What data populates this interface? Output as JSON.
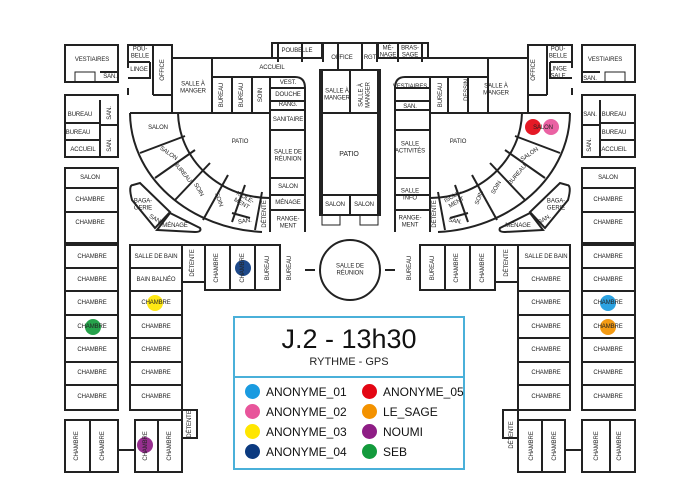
{
  "legend": {
    "title": "J.2 - 13h30",
    "subtitle": "RYTHME - GPS",
    "items": [
      {
        "label": "ANONYME_01",
        "color": "#1a9be0"
      },
      {
        "label": "ANONYME_02",
        "color": "#e8559b"
      },
      {
        "label": "ANONYME_03",
        "color": "#ffe600"
      },
      {
        "label": "ANONYME_04",
        "color": "#0b3a80"
      },
      {
        "label": "ANONYME_05",
        "color": "#e30613"
      },
      {
        "label": "LE_SAGE",
        "color": "#f39200"
      },
      {
        "label": "NOUMI",
        "color": "#8e1d85"
      },
      {
        "label": "SEB",
        "color": "#139a3c"
      }
    ]
  },
  "rooms": {
    "left": [
      "VESTIAIRES",
      "SAN.",
      "POU-\nBELLE",
      "LINGE",
      "OFFICE",
      "SALLE À\nMANGER",
      "ACCUEIL",
      "BUREAU",
      "BUREAU",
      "SOIN",
      "VEST.",
      "DOUCHE",
      "RANG.",
      "SANITAIRE",
      "SALLE DE\nRÉUNION",
      "SALON",
      "MÉNAGE",
      "RANGE-\nMENT",
      "PATIO",
      "SALON",
      "SALON",
      "BUREAU",
      "SOIN",
      "SOIN",
      "ISOLE-\nMENT",
      "DÉTENTE",
      "SAN.",
      "BAGA-\nGERIE",
      "SAN.",
      "MÉNAGE",
      "BUREAU",
      "SAN.",
      "BUREAU",
      "SAN.",
      "ACCUEIL",
      "SALON",
      "CHAMBRE",
      "CHAMBRE"
    ],
    "center": [
      "POUBELLE",
      "OFFICE",
      "RGT",
      "MÉ-\nNAGE",
      "BRAS-\nSAGE",
      "SALLE À\nMANGER",
      "SALLE À\nMANGER",
      "PATIO",
      "SALON",
      "SALON",
      "SALLE DE\nRÉUNION"
    ],
    "right": [
      "VESTIAIRES",
      "SAN.",
      "BUREAU",
      "DESSIN",
      "SALLE À\nMANGER",
      "OFFICE",
      "POU-\nBELLE",
      "LINGE\nSALE",
      "VESTIAIRES",
      "SAN.",
      "SALLE\nACTIVITÉS",
      "PATIO",
      "SALLE\nINFO",
      "RANGE-\nMENT",
      "DÉTENTE",
      "ISOLE-\nMENT",
      "SAN.",
      "SOIN",
      "SOIN",
      "BUREAU",
      "SALON",
      "SALON",
      "BAGA-\nGERIE",
      "SAN.",
      "MÉNAGE",
      "SAN.",
      "BUREAU",
      "BUREAU",
      "SAN.",
      "ACCUEIL",
      "SALON",
      "CHAMBRE",
      "CHAMBRE"
    ],
    "lower_left": [
      "CHAMBRE",
      "CHAMBRE",
      "CHAMBRE",
      "CHAMBRE",
      "CHAMBRE",
      "CHAMBRE",
      "CHAMBRE",
      "SALLE DE BAIN",
      "BAIN BALNÉO",
      "CHAMBRE",
      "CHAMBRE",
      "CHAMBRE",
      "CHAMBRE",
      "CHAMBRE",
      "CHAMBRE",
      "CHAMBRE",
      "CHAMBRE",
      "CHAMBRE",
      "DÉTENTE",
      "DÉTENTE",
      "CHAMBRE",
      "CHAMBRE",
      "BUREAU",
      "BUREAU"
    ],
    "lower_right": [
      "BUREAU",
      "BUREAU",
      "CHAMBRE",
      "CHAMBRE",
      "DÉTENTE",
      "SALLE DE BAIN",
      "CHAMBRE",
      "CHAMBRE",
      "CHAMBRE",
      "CHAMBRE",
      "CHAMBRE",
      "CHAMBRE",
      "CHAMBRE",
      "CHAMBRE",
      "CHAMBRE",
      "CHAMBRE",
      "CHAMBRE",
      "CHAMBRE",
      "CHAMBRE",
      "DÉTENTE",
      "CHAMBRE",
      "CHAMBRE",
      "CHAMBRE",
      "CHAMBRE"
    ]
  },
  "markers": [
    {
      "person": "ANONYME_05",
      "color": "#e30613",
      "room": "SALON"
    },
    {
      "person": "ANONYME_02",
      "color": "#e8559b",
      "room": "SALON"
    },
    {
      "person": "ANONYME_04",
      "color": "#0b3a80",
      "room": "CHAMBRE"
    },
    {
      "person": "ANONYME_03",
      "color": "#ffe600",
      "room": "CHAMBRE"
    },
    {
      "person": "SEB",
      "color": "#139a3c",
      "room": "CHAMBRE"
    },
    {
      "person": "NOUMI",
      "color": "#8e1d85",
      "room": "CHAMBRE"
    },
    {
      "person": "ANONYME_01",
      "color": "#1a9be0",
      "room": "CHAMBRE"
    },
    {
      "person": "LE_SAGE",
      "color": "#f39200",
      "room": "CHAMBRE"
    }
  ]
}
